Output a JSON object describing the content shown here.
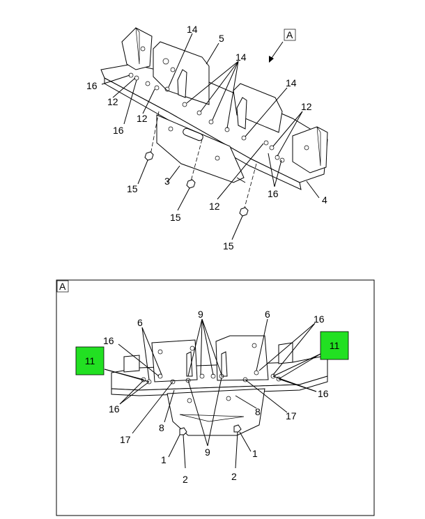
{
  "view_label": "A",
  "detail_label": "A",
  "callouts_main": {
    "c14a": "14",
    "c5": "5",
    "c14b": "14",
    "c16a": "16",
    "c12a": "12",
    "c16b": "16",
    "c12b": "12",
    "c14c": "14",
    "c12c": "12",
    "c16c": "16",
    "c15a": "15",
    "c3": "3",
    "c15b": "15",
    "c12d": "12",
    "c4": "4",
    "c15c": "15"
  },
  "callouts_detail": {
    "d9": "9",
    "d6a": "6",
    "d6b": "6",
    "d16a": "16",
    "d16b": "16",
    "d11a": "11",
    "d11b": "11",
    "d16c": "16",
    "d16d": "16",
    "d17a": "17",
    "d8a": "8",
    "d8b": "8",
    "d17b": "17",
    "d9b": "9",
    "d1a": "1",
    "d1b": "1",
    "d2a": "2",
    "d2b": "2"
  },
  "colors": {
    "highlight": "#22e022"
  }
}
